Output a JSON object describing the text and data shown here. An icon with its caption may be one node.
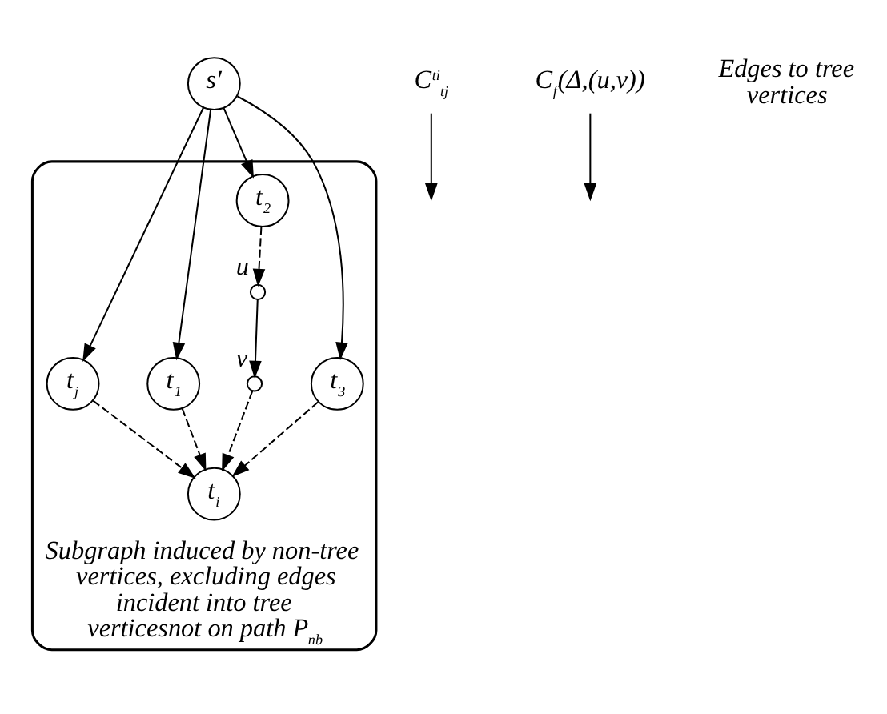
{
  "diagram": {
    "nodes": [
      {
        "text": [
          "s′"
        ]
      },
      {
        "text": [
          "Subgraph induced by non-tree vertices, excluding edges incident into tree verticesnot on path P$_{nb}$"
        ]
      },
      {
        "text": [
          "t$_{j}$"
        ],
        "in": 1
      },
      {
        "text": [
          "t$_{1}$"
        ],
        "in": 1
      },
      {
        "text": [
          "t$_{3}$"
        ],
        "in": 1
      },
      {
        "text": [
          "t$_{i}$"
        ],
        "in": 1
      },
      {
        "text": [
          "t$_{2}$"
        ],
        "in": 1
      },
      {
        "text": [],
        "shape": "circle",
        "beside": [
          "u"
        ],
        "in": 1
      },
      {
        "text": [],
        "shape": "circle",
        "beside": [
          "v"
        ],
        "in": 1
      },
      {
        "text": [
          "C$^{ti}$$_{tj}$"
        ]
      },
      {
        "text": [
          "C$_{f}$(Δ,(u,v))"
        ]
      }
    ],
    "edges": [
      {
        "from": 0,
        "to": 3,
        "arrow": "to"
      },
      {
        "from": 0,
        "to": 6,
        "arrow": "to"
      },
      {
        "from": 0,
        "to": 4,
        "arrow": "to"
      },
      {
        "from": 0,
        "to": 2,
        "arrow": "to"
      },
      {
        "from": 3,
        "to": 5,
        "arrow": "to",
        "style": "dashed"
      },
      {
        "from": 4,
        "to": 5,
        "arrow": "to",
        "style": "dashed"
      },
      {
        "from": 2,
        "to": 5,
        "arrow": "to",
        "style": "dashed"
      },
      {
        "from": 6,
        "to": 7,
        "arrow": "to",
        "style": "dashed"
      },
      {
        "from": 7,
        "to": 8,
        "arrow": "to"
      },
      {
        "from": 8,
        "to": 5,
        "arrow": "to",
        "style": "dashed"
      },
      {
        "from": 9,
        "to": null,
        "arrow": "to"
      },
      {
        "from": 10,
        "to": null,
        "arrow": "to"
      }
    ],
    "labels": [
      "Edges to tree vertices"
    ]
  }
}
